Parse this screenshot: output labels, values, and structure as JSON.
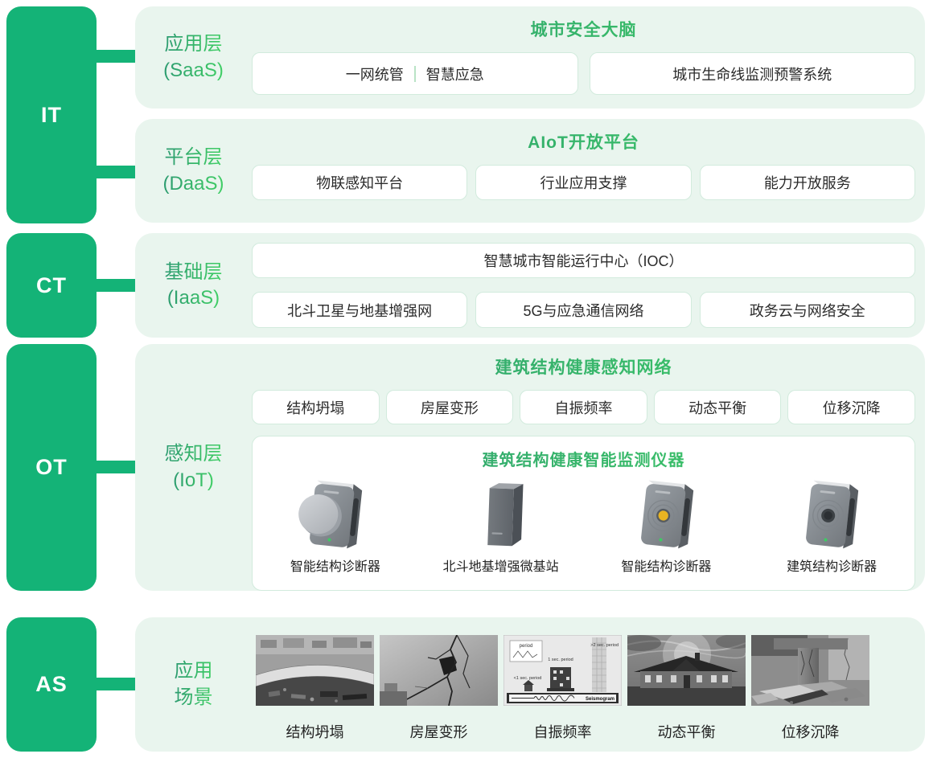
{
  "colors": {
    "brand_green": "#14b377",
    "panel_background": "#e9f5ee",
    "box_border_green": "#d2ebdd",
    "title_gradient_start": "#2c9a70",
    "title_gradient_end": "#41d065",
    "device_led_green": "#3fca64",
    "device_center_yellow": "#e9b422"
  },
  "rail": [
    {
      "label": "IT"
    },
    {
      "label": "CT"
    },
    {
      "label": "OT"
    },
    {
      "label": "AS"
    }
  ],
  "panels": {
    "saas": {
      "layer": "应用层",
      "tier": "(SaaS)",
      "title": "城市安全大脑",
      "box_a_left": "一网统管",
      "box_a_right": "智慧应急",
      "box_b": "城市生命线监测预警系统"
    },
    "daas": {
      "layer": "平台层",
      "tier": "(DaaS)",
      "title": "AIoT开放平台",
      "boxes": [
        "物联感知平台",
        "行业应用支撑",
        "能力开放服务"
      ]
    },
    "iaas": {
      "layer": "基础层",
      "tier": "(IaaS)",
      "box_top": "智慧城市智能运行中心（IOC）",
      "boxes": [
        "北斗卫星与地基增强网",
        "5G与应急通信网络",
        "政务云与网络安全"
      ]
    },
    "iot": {
      "layer": "感知层",
      "tier": "(IoT)",
      "title": "建筑结构健康感知网络",
      "boxes": [
        "结构坍塌",
        "房屋变形",
        "自振频率",
        "动态平衡",
        "位移沉降"
      ],
      "inner_title": "建筑结构健康智能监测仪器",
      "devices": [
        {
          "label": "智能结构诊断器",
          "type": "disc-sensor"
        },
        {
          "label": "北斗地基增强微基站",
          "type": "pillar-station"
        },
        {
          "label": "智能结构诊断器",
          "type": "ring-sensor-yellow"
        },
        {
          "label": "建筑结构诊断器",
          "type": "ring-sensor-dark"
        }
      ]
    },
    "as": {
      "layer_line1": "应用",
      "layer_line2": "场景",
      "scenes": [
        {
          "label": "结构坍塌"
        },
        {
          "label": "房屋变形"
        },
        {
          "label": "自振频率"
        },
        {
          "label": "动态平衡"
        },
        {
          "label": "位移沉降"
        }
      ],
      "seismo": {
        "period": "period",
        "lt1": "<1 sec. period",
        "one": "1 sec. period",
        "gt2": ">2 sec. period",
        "name": "Seismogram"
      }
    }
  }
}
